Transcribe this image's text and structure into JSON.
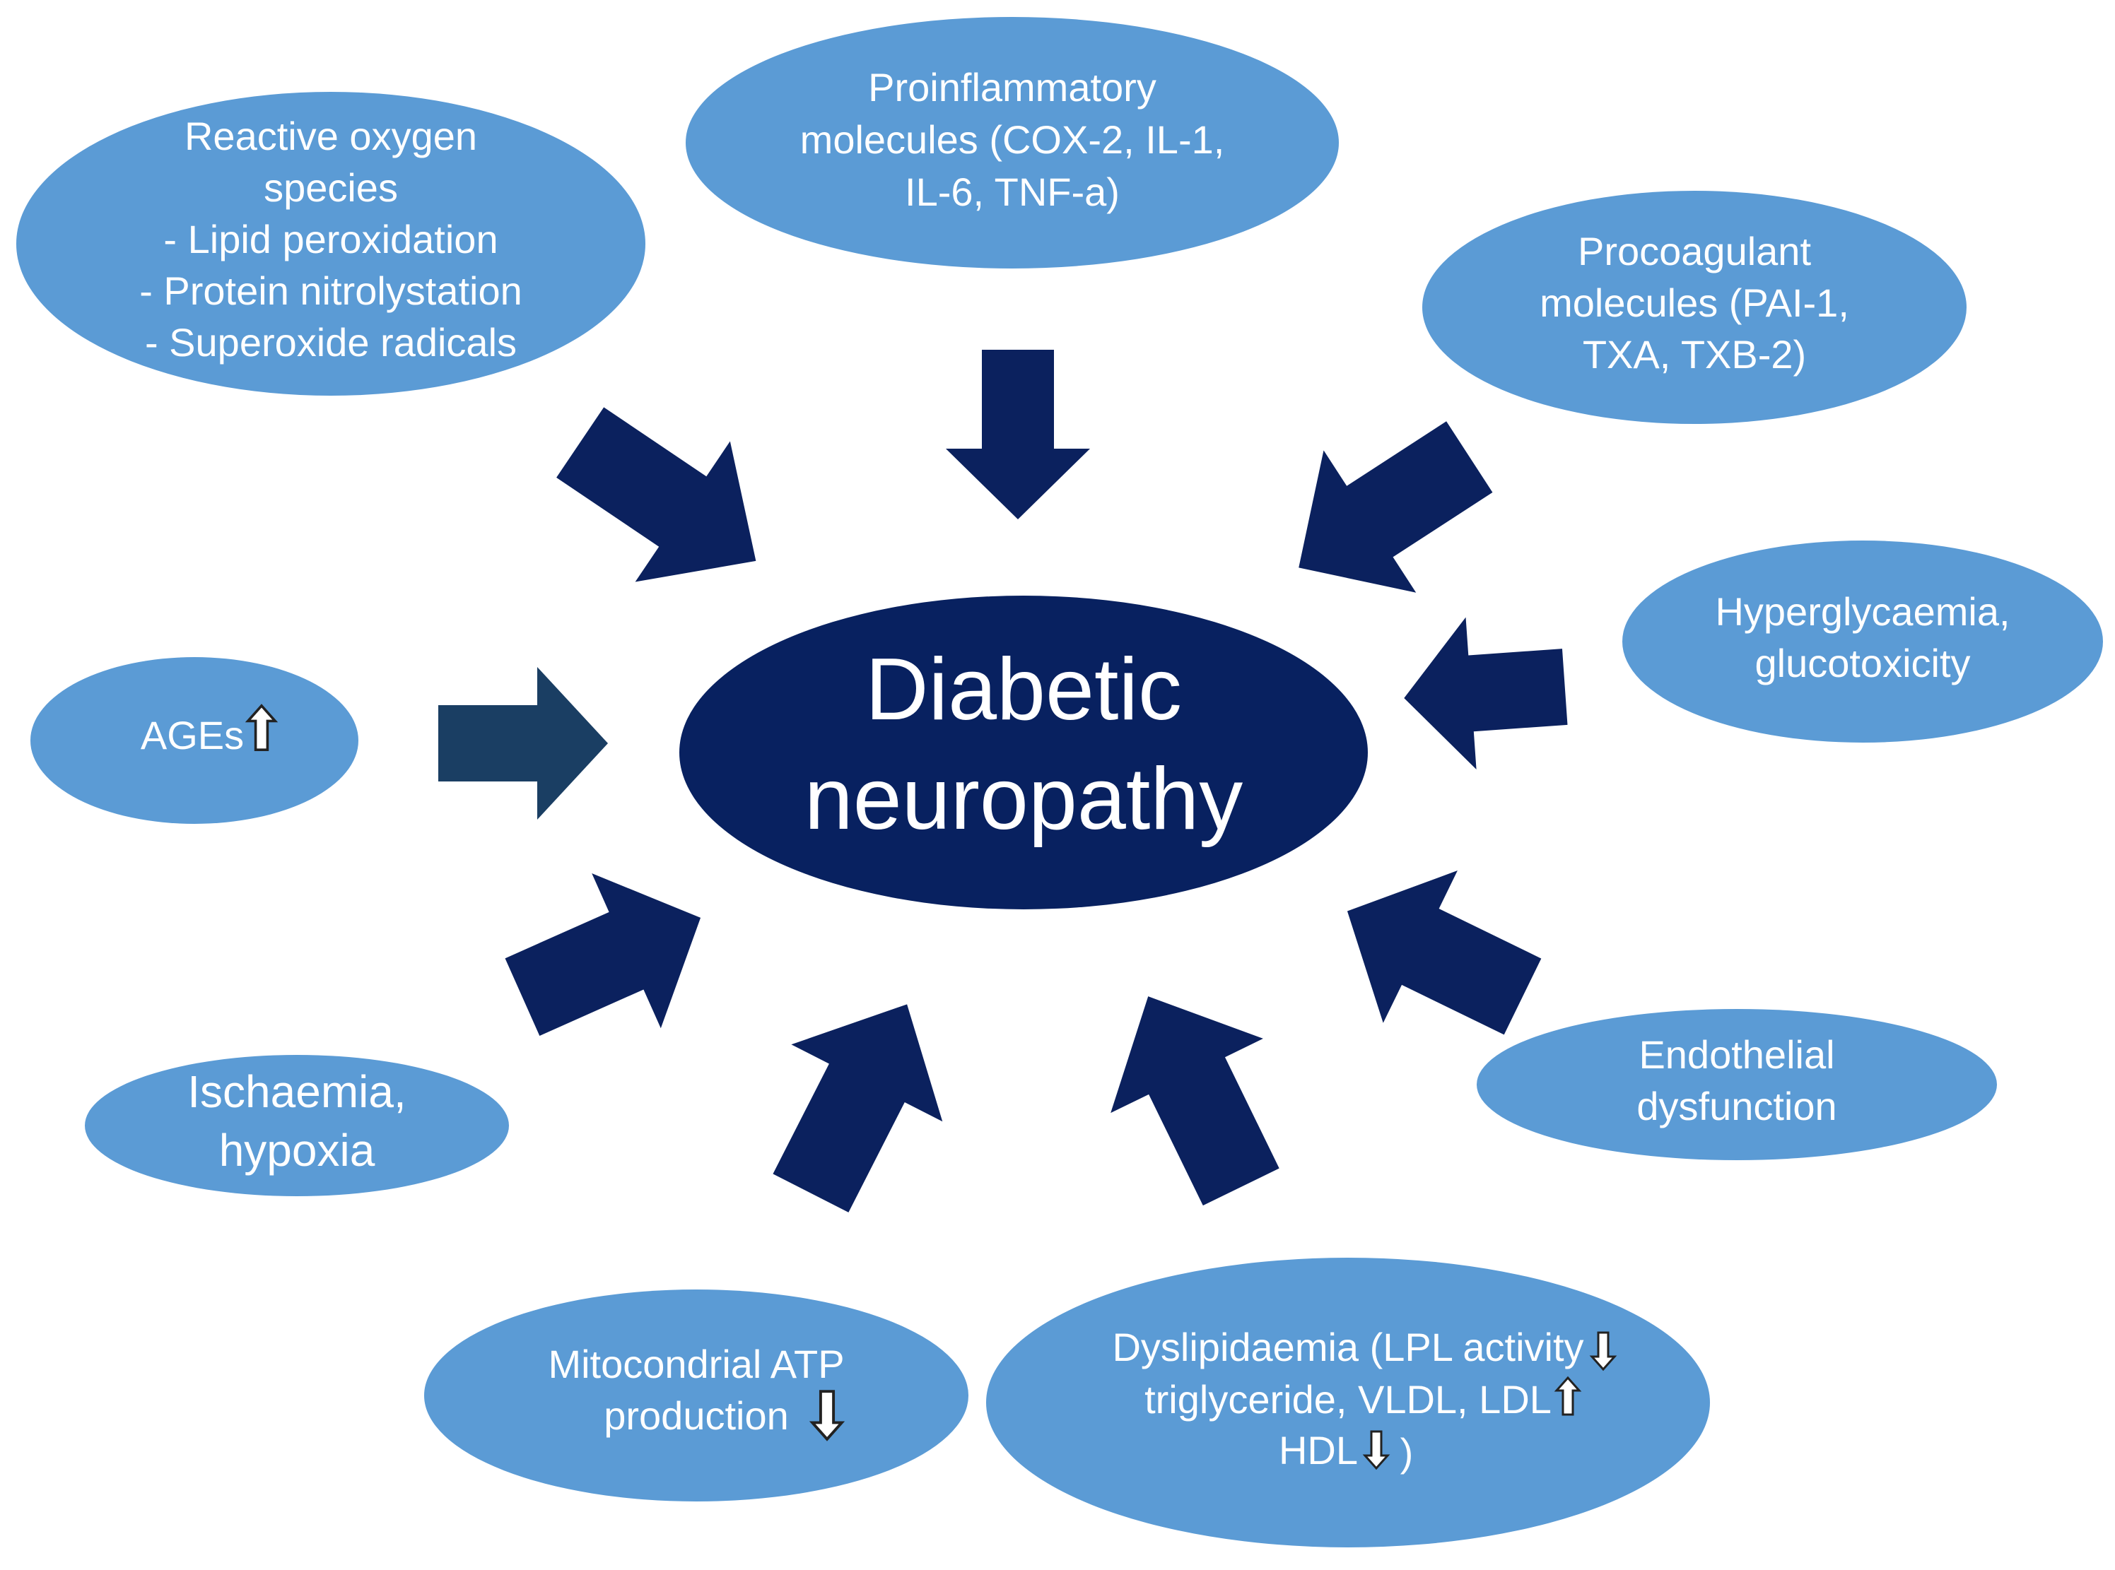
{
  "colors": {
    "node_fill": "#5b9bd5",
    "center_fill": "#082160",
    "arrow_fill": "#0b215e",
    "arrow_alt_fill": "#1a3e63",
    "text": "#ffffff"
  },
  "center": {
    "line1": "Diabetic",
    "line2": "neuropathy"
  },
  "nodes": {
    "ros": {
      "line1": "Reactive oxygen",
      "line2": "species",
      "line3": "- Lipid peroxidation",
      "line4": "- Protein nitrolystation",
      "line5": "- Superoxide radicals"
    },
    "proinflammatory": {
      "line1": "Proinflammatory",
      "line2": "molecules (COX-2, IL-1,",
      "line3": "IL-6, TNF-a)"
    },
    "procoagulant": {
      "line1": "Procoagulant",
      "line2": "molecules (PAI-1,",
      "line3": "TXA, TXB-2)"
    },
    "hyperglycaemia": {
      "line1": "Hyperglycaemia,",
      "line2": "glucotoxicity"
    },
    "ages": {
      "label": "AGEs",
      "indicator": "up-arrow-icon"
    },
    "endothelial": {
      "line1": "Endothelial",
      "line2": "dysfunction"
    },
    "ischaemia": {
      "line1": "Ischaemia,",
      "line2": "hypoxia"
    },
    "mitochondrial": {
      "line1": "Mitocondrial ATP",
      "line2": "production",
      "indicator": "down-arrow-icon"
    },
    "dyslipidaemia": {
      "line1": "Dyslipidaemia (LPL activity",
      "line2": "triglyceride, VLDL, LDL",
      "line3": "HDL",
      "line3_suffix": ")",
      "indicators": [
        "down-arrow-icon",
        "up-arrow-icon",
        "down-arrow-icon"
      ]
    }
  }
}
